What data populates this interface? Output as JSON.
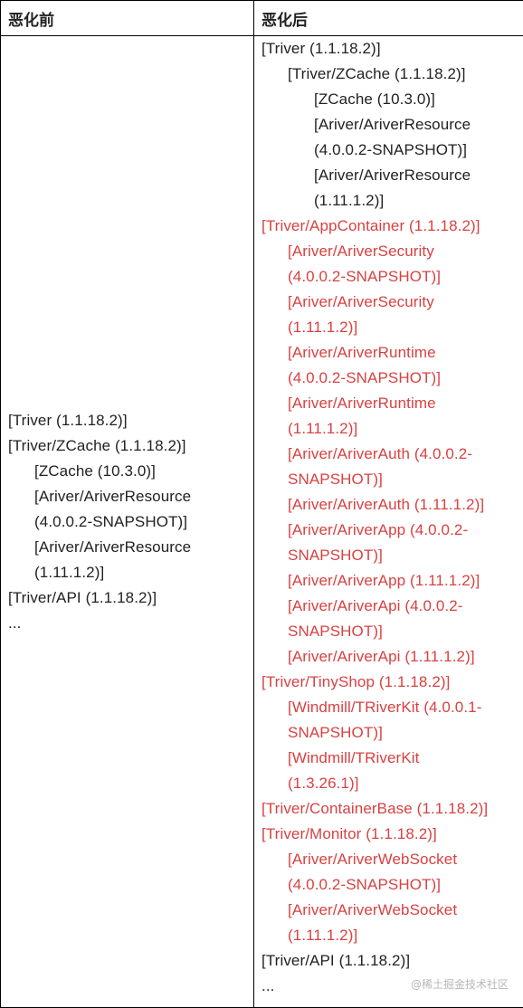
{
  "headers": {
    "before": "恶化前",
    "after": "恶化后"
  },
  "before": {
    "lines": [
      {
        "text": "[Triver (1.1.18.2)]",
        "indent": 1
      },
      {
        "text": "[Triver/ZCache (1.1.18.2)]",
        "indent": 1
      },
      {
        "text": "[ZCache (10.3.0)]",
        "indent": 2
      },
      {
        "text": "[Ariver/AriverResource",
        "indent": 2
      },
      {
        "text": "(4.0.0.2-SNAPSHOT)]",
        "indent": 2
      },
      {
        "text": "[Ariver/AriverResource",
        "indent": 2
      },
      {
        "text": "(1.11.1.2)]",
        "indent": 2
      },
      {
        "text": "[Triver/API (1.1.18.2)]",
        "indent": 1
      },
      {
        "text": "...",
        "indent": 1
      }
    ]
  },
  "after": {
    "lines": [
      {
        "text": "[Triver (1.1.18.2)]",
        "indent": 1,
        "red": false
      },
      {
        "text": "[Triver/ZCache (1.1.18.2)]",
        "indent": 2,
        "red": false
      },
      {
        "text": "[ZCache (10.3.0)]",
        "indent": 3,
        "red": false
      },
      {
        "text": "[Ariver/AriverResource",
        "indent": 3,
        "red": false
      },
      {
        "text": "(4.0.0.2-SNAPSHOT)]",
        "indent": 3,
        "red": false
      },
      {
        "text": "[Ariver/AriverResource",
        "indent": 3,
        "red": false
      },
      {
        "text": "(1.11.1.2)]",
        "indent": 3,
        "red": false
      },
      {
        "text": "[Triver/AppContainer (1.1.18.2)]",
        "indent": 1,
        "red": true
      },
      {
        "text": "[Ariver/AriverSecurity",
        "indent": 2,
        "red": true
      },
      {
        "text": "(4.0.0.2-SNAPSHOT)]",
        "indent": 2,
        "red": true
      },
      {
        "text": "[Ariver/AriverSecurity",
        "indent": 2,
        "red": true
      },
      {
        "text": "(1.11.1.2)]",
        "indent": 2,
        "red": true
      },
      {
        "text": "[Ariver/AriverRuntime",
        "indent": 2,
        "red": true
      },
      {
        "text": "(4.0.0.2-SNAPSHOT)]",
        "indent": 2,
        "red": true
      },
      {
        "text": "[Ariver/AriverRuntime",
        "indent": 2,
        "red": true
      },
      {
        "text": "(1.11.1.2)]",
        "indent": 2,
        "red": true
      },
      {
        "text": "[Ariver/AriverAuth (4.0.0.2-",
        "indent": 2,
        "red": true
      },
      {
        "text": "SNAPSHOT)]",
        "indent": 2,
        "red": true
      },
      {
        "text": "[Ariver/AriverAuth (1.11.1.2)]",
        "indent": 2,
        "red": true
      },
      {
        "text": "[Ariver/AriverApp (4.0.0.2-",
        "indent": 2,
        "red": true
      },
      {
        "text": "SNAPSHOT)]",
        "indent": 2,
        "red": true
      },
      {
        "text": "[Ariver/AriverApp (1.11.1.2)]",
        "indent": 2,
        "red": true
      },
      {
        "text": "[Ariver/AriverApi (4.0.0.2-",
        "indent": 2,
        "red": true
      },
      {
        "text": "SNAPSHOT)]",
        "indent": 2,
        "red": true
      },
      {
        "text": "[Ariver/AriverApi (1.11.1.2)]",
        "indent": 2,
        "red": true
      },
      {
        "text": "[Triver/TinyShop (1.1.18.2)]",
        "indent": 1,
        "red": true
      },
      {
        "text": "[Windmill/TRiverKit (4.0.0.1-",
        "indent": 2,
        "red": true
      },
      {
        "text": "SNAPSHOT)]",
        "indent": 2,
        "red": true
      },
      {
        "text": "[Windmill/TRiverKit",
        "indent": 2,
        "red": true
      },
      {
        "text": "(1.3.26.1)]",
        "indent": 2,
        "red": true
      },
      {
        "text": "[Triver/ContainerBase (1.1.18.2)]",
        "indent": 1,
        "red": true
      },
      {
        "text": "[Triver/Monitor (1.1.18.2)]",
        "indent": 1,
        "red": true
      },
      {
        "text": "[Ariver/AriverWebSocket",
        "indent": 2,
        "red": true
      },
      {
        "text": "(4.0.0.2-SNAPSHOT)]",
        "indent": 2,
        "red": true
      },
      {
        "text": "[Ariver/AriverWebSocket",
        "indent": 2,
        "red": true
      },
      {
        "text": "(1.11.1.2)]",
        "indent": 2,
        "red": true
      },
      {
        "text": "[Triver/API (1.1.18.2)]",
        "indent": 1,
        "red": false
      },
      {
        "text": "...",
        "indent": 1,
        "red": false
      }
    ]
  },
  "watermark": "@稀土掘金技术社区",
  "colors": {
    "highlight": "#d94141",
    "text": "#222222",
    "border": "#000000"
  }
}
